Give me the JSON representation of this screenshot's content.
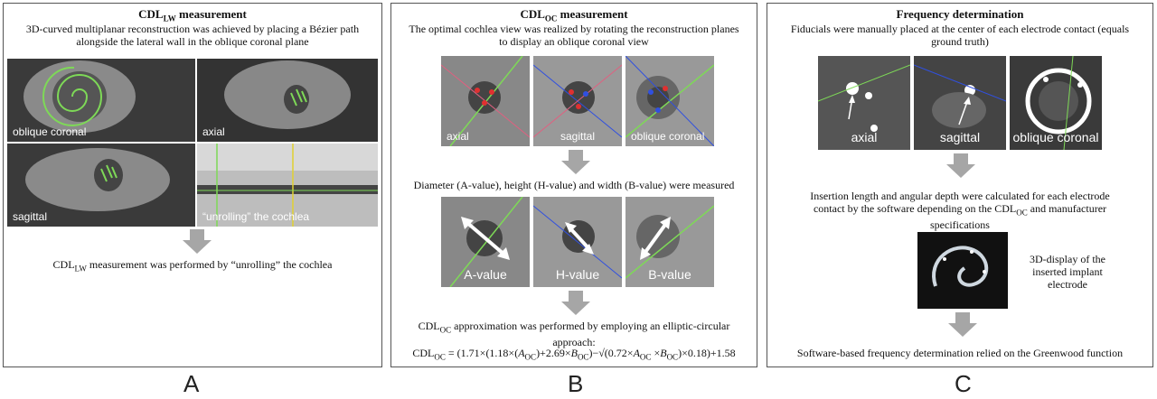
{
  "panel_a": {
    "title_main": "CDL",
    "title_sub": "LW",
    "title_rest": " measurement",
    "desc": "3D-curved multiplanar reconstruction was achieved by placing a Bézier path alongside the lateral wall in the oblique coronal plane",
    "images": [
      "oblique coronal",
      "axial",
      "sagittal",
      "“unrolling” the cochlea"
    ],
    "bottom_main": "CDL",
    "bottom_sub": "LW",
    "bottom_rest": " measurement was performed by “unrolling” the cochlea",
    "letter": "A"
  },
  "panel_b": {
    "title_main": "CDL",
    "title_sub": "OC",
    "title_rest": " measurement",
    "desc": "The optimal cochlea view was realized by rotating the reconstruction planes to display an oblique coronal view",
    "images_top": [
      "axial",
      "sagittal",
      "oblique coronal"
    ],
    "mid_text": "Diameter (A-value), height (H-value) and width (B-value) were measured",
    "images_bottom": [
      "A-value",
      "H-value",
      "B-value"
    ],
    "approx_main": "CDL",
    "approx_sub": "OC",
    "approx_rest": " approximation was performed by employing an elliptic-circular approach:",
    "formula": "= (1.71×(1.18×(A",
    "formula_full": {
      "p1": "CDL",
      "s1": "OC",
      "p2": " = (1.71×(1.18×(",
      "a": "A",
      "s2": "OC",
      "p3": ")+2.69×",
      "b": "B",
      "s3": "OC",
      "p4": ")−√(0.72×",
      "a2": "A",
      "s4": "OC",
      "p5": " ×",
      "b2": "B",
      "s5": "OC",
      "p6": ")×0.18)+1.58"
    },
    "letter": "B"
  },
  "panel_c": {
    "title": "Frequency determination",
    "desc": "Fiducials were manually placed at the center of each electrode contact (equals ground truth)",
    "images": [
      "axial",
      "sagittal",
      "oblique coronal"
    ],
    "mid_text_1": "Insertion length and angular depth were calculated for each electrode contact by the software depending on the CDL",
    "mid_sub": "OC",
    "mid_text_2": " and manufacturer specifications",
    "display_caption": "3D-display of the inserted implant electrode",
    "bottom": "Software-based frequency determination relied on the Greenwood function",
    "letter": "C"
  },
  "colors": {
    "arrow": "#a6a6a6",
    "border": "#555555",
    "green_line": "#7ed957",
    "red_dot": "#e03030",
    "blue_dot": "#3050e0"
  }
}
